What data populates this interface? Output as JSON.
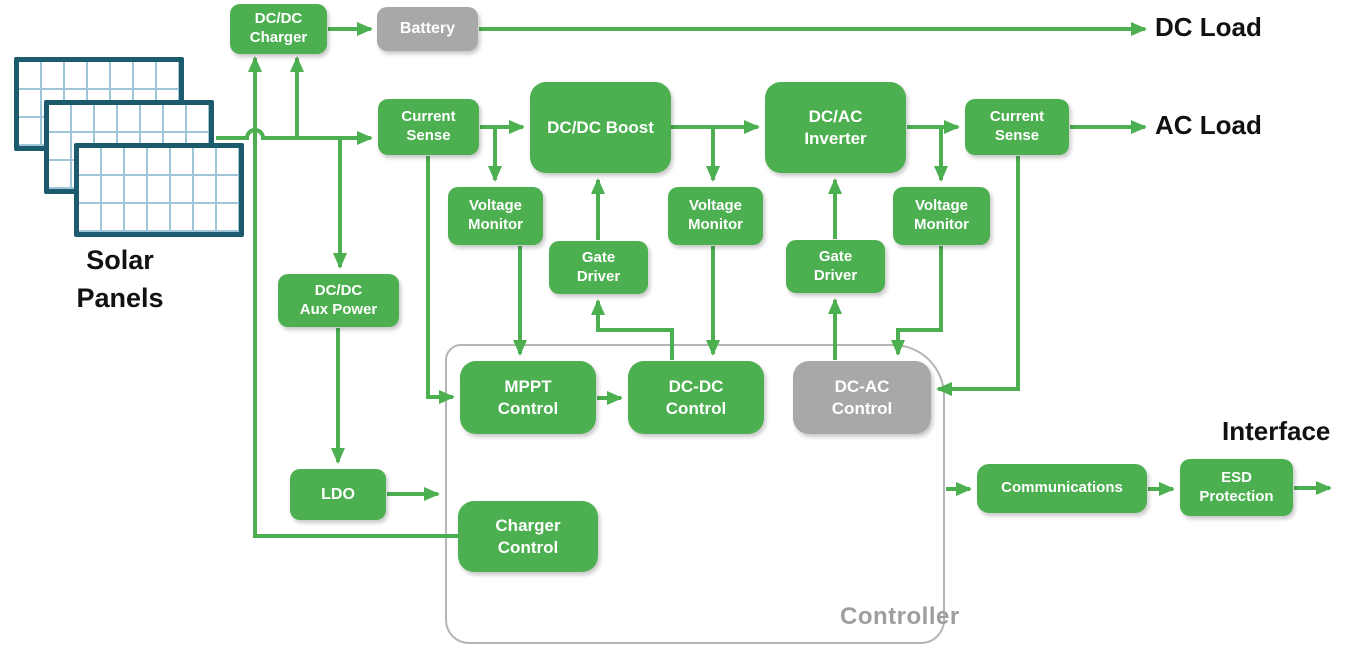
{
  "nodes": {
    "dcdc_charger": {
      "label": "DC/DC\nCharger"
    },
    "battery": {
      "label": "Battery"
    },
    "current_sense_1": {
      "label": "Current\nSense"
    },
    "dcdc_boost": {
      "label": "DC/DC Boost"
    },
    "dcac_inverter": {
      "label": "DC/AC\nInverter"
    },
    "current_sense_2": {
      "label": "Current\nSense"
    },
    "voltage_monitor_1": {
      "label": "Voltage\nMonitor"
    },
    "gate_driver_1": {
      "label": "Gate\nDriver"
    },
    "voltage_monitor_2": {
      "label": "Voltage\nMonitor"
    },
    "gate_driver_2": {
      "label": "Gate\nDriver"
    },
    "voltage_monitor_3": {
      "label": "Voltage\nMonitor"
    },
    "dcdc_aux_power": {
      "label": "DC/DC\nAux Power"
    },
    "mppt_control": {
      "label": "MPPT\nControl"
    },
    "dcdc_control": {
      "label": "DC-DC\nControl"
    },
    "dcac_control": {
      "label": "DC-AC\nControl"
    },
    "ldo": {
      "label": "LDO"
    },
    "charger_control": {
      "label": "Charger\nControl"
    },
    "communications": {
      "label": "Communications"
    },
    "esd_protection": {
      "label": "ESD\nProtection"
    }
  },
  "labels": {
    "dc_load": "DC Load",
    "ac_load": "AC Load",
    "interface": "Interface",
    "solar_panels": "Solar\nPanels",
    "controller": "Controller"
  },
  "edges": [
    {
      "from": "solar_panels",
      "to": "dcdc_charger"
    },
    {
      "from": "solar_panels",
      "to": "current_sense_1"
    },
    {
      "from": "solar_panels",
      "to": "dcdc_aux_power"
    },
    {
      "from": "dcdc_charger",
      "to": "battery"
    },
    {
      "from": "battery",
      "to": "dc_load"
    },
    {
      "from": "charger_control",
      "to": "dcdc_charger"
    },
    {
      "from": "current_sense_1",
      "to": "dcdc_boost"
    },
    {
      "from": "current_sense_1",
      "to": "mppt_control"
    },
    {
      "from": "current_sense_1",
      "to": "voltage_monitor_1"
    },
    {
      "from": "voltage_monitor_1",
      "to": "mppt_control"
    },
    {
      "from": "gate_driver_1",
      "to": "dcdc_boost"
    },
    {
      "from": "dcdc_control",
      "to": "gate_driver_1"
    },
    {
      "from": "dcdc_boost",
      "to": "dcac_inverter"
    },
    {
      "from": "dcdc_boost",
      "to": "voltage_monitor_2"
    },
    {
      "from": "voltage_monitor_2",
      "to": "dcdc_control"
    },
    {
      "from": "gate_driver_2",
      "to": "dcac_inverter"
    },
    {
      "from": "dcac_control",
      "to": "gate_driver_2"
    },
    {
      "from": "dcac_inverter",
      "to": "current_sense_2"
    },
    {
      "from": "dcac_inverter",
      "to": "voltage_monitor_3"
    },
    {
      "from": "voltage_monitor_3",
      "to": "dcac_control"
    },
    {
      "from": "current_sense_2",
      "to": "ac_load"
    },
    {
      "from": "current_sense_2",
      "to": "dcac_control"
    },
    {
      "from": "mppt_control",
      "to": "dcdc_control"
    },
    {
      "from": "dcdc_aux_power",
      "to": "ldo"
    },
    {
      "from": "ldo",
      "to": "controller"
    },
    {
      "from": "controller",
      "to": "communications"
    },
    {
      "from": "communications",
      "to": "esd_protection"
    },
    {
      "from": "esd_protection",
      "to": "interface"
    }
  ],
  "colors": {
    "node_green": "#4caf50",
    "node_gray": "#a8a8a8",
    "line_green": "#4caf50",
    "panel_border": "#1c5a6e",
    "panel_grid": "#9fc5d8",
    "controller_border": "#b5b5b5",
    "controller_label": "#9e9e9e",
    "text_dark": "#111111"
  }
}
